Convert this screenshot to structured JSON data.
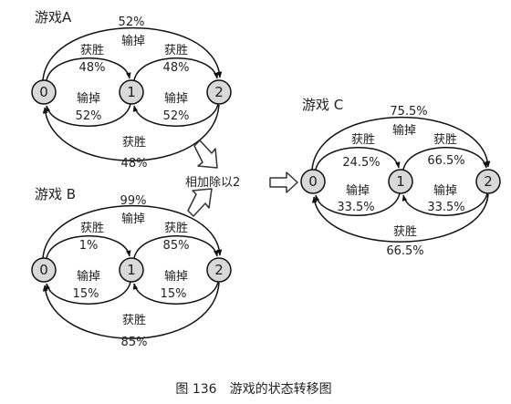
{
  "colors": {
    "node_fill": "#d9d9d9",
    "stroke": "#111111",
    "text": "#222222"
  },
  "game_a": {
    "title": "游戏A",
    "nodes": [
      "0",
      "1",
      "2"
    ],
    "top_outer_prob": "52%",
    "top_center_label": "输掉",
    "win_label": "获胜",
    "lose_label": "输掉",
    "win_01_prob": "48%",
    "win_12_prob": "48%",
    "lose_10_prob": "52%",
    "lose_21_prob": "52%",
    "bottom_label": "获胜",
    "bottom_prob": "48%"
  },
  "game_b": {
    "title": "游戏 B",
    "nodes": [
      "0",
      "1",
      "2"
    ],
    "top_outer_prob": "99%",
    "top_center_label": "输掉",
    "win_label": "获胜",
    "lose_label": "输掉",
    "win_01_prob": "1%",
    "win_12_prob": "85%",
    "lose_10_prob": "15%",
    "lose_21_prob": "15%",
    "bottom_label": "获胜",
    "bottom_prob": "85%"
  },
  "game_c": {
    "title": "游戏 C",
    "nodes": [
      "0",
      "1",
      "2"
    ],
    "top_outer_prob": "75.5%",
    "top_center_label": "输掉",
    "win_label": "获胜",
    "lose_label": "输掉",
    "win_01_prob": "24.5%",
    "win_12_prob": "66.5%",
    "lose_10_prob": "33.5%",
    "lose_21_prob": "33.5%",
    "bottom_label": "获胜",
    "bottom_prob": "66.5%"
  },
  "combine_label": "相加除以2",
  "caption": "图 136　游戏的状态转移图"
}
